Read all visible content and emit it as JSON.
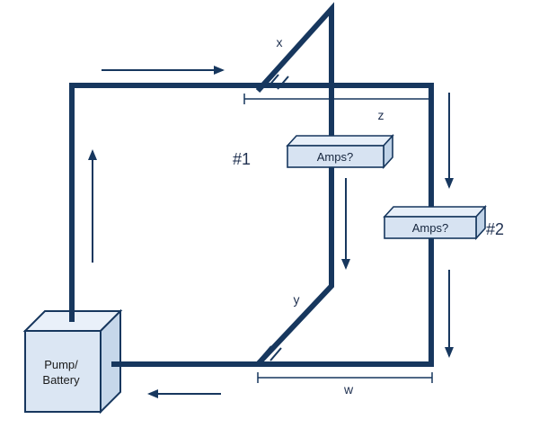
{
  "diagram_type": "circuit-pump-battery-parallel-diagram",
  "labels": {
    "x": "x",
    "y": "y",
    "z": "z",
    "w": "w"
  },
  "ammeter1": {
    "tag": "#1",
    "text": "Amps?"
  },
  "ammeter2": {
    "tag": "#2",
    "text": "Amps?"
  },
  "pump": {
    "line1": "Pump/",
    "line2": "Battery"
  },
  "icons": {
    "flow_arrow_top": "arrow-right",
    "flow_arrow_left": "arrow-up",
    "flow_arrow_right_upper": "arrow-down",
    "flow_arrow_right_lower": "arrow-down",
    "flow_arrow_middle": "arrow-down",
    "flow_arrow_bottom": "arrow-left"
  },
  "colors": {
    "wire": "#17375e",
    "component_fill": "#d7e3f2",
    "background": "#ffffff"
  }
}
